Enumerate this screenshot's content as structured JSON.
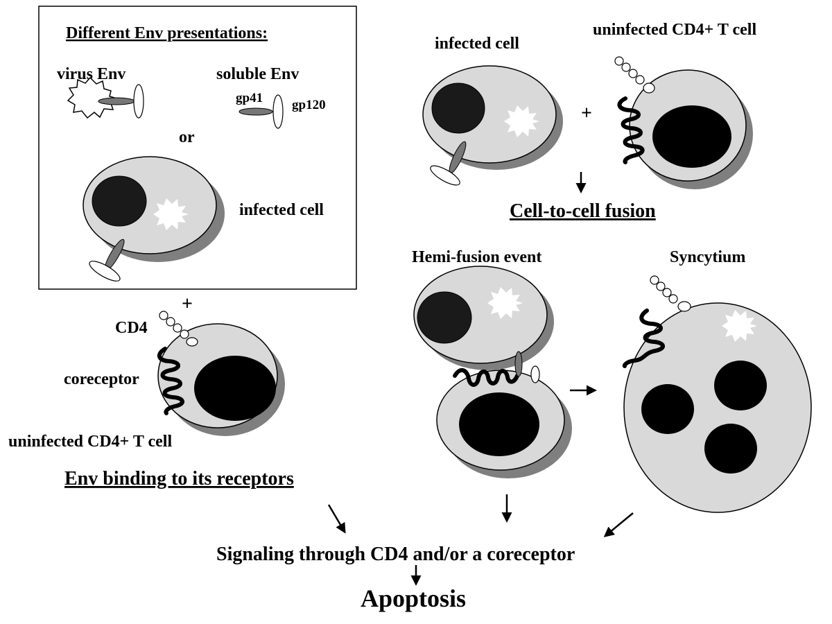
{
  "box": {
    "title": "Different Env presentations:",
    "virus_env": "virus Env",
    "soluble_env": "soluble Env",
    "gp41": "gp41",
    "gp120": "gp120",
    "or": "or",
    "infected_cell": "infected cell"
  },
  "binding": {
    "plus": "+",
    "cd4": "CD4",
    "coreceptor": "coreceptor",
    "uninfected": "uninfected CD4+ T cell",
    "title": "Env binding to its receptors"
  },
  "fusion": {
    "infected_cell": "infected cell",
    "uninfected": "uninfected CD4+ T cell",
    "plus": "+",
    "title": "Cell-to-cell fusion",
    "hemi": "Hemi-fusion event",
    "syncytium": "Syncytium"
  },
  "signaling": "Signaling through CD4 and/or a coreceptor",
  "apoptosis": "Apoptosis"
}
